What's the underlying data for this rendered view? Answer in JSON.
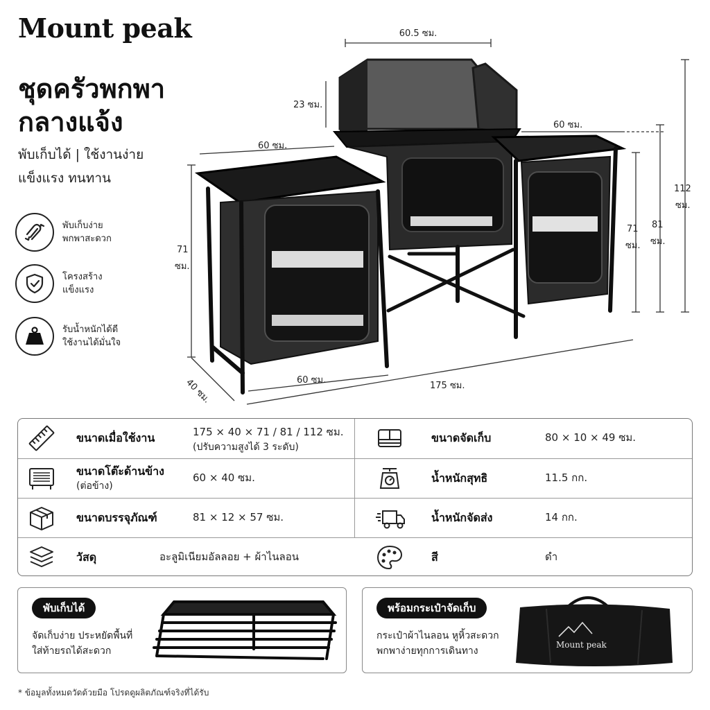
{
  "brand": "Mount peak",
  "headline": [
    "ชุดครัวพกพา",
    "กลางแจ้ง"
  ],
  "taglines": [
    "พับเก็บได้ | ใช้งานง่าย",
    "แข็งแรง ทนทาน"
  ],
  "features": [
    {
      "icon": "folding-arrows-icon",
      "lines": [
        "พับเก็บง่าย",
        "พกพาสะดวก"
      ]
    },
    {
      "icon": "shield-check-icon",
      "lines": [
        "โครงสร้าง",
        "แข็งแรง"
      ]
    },
    {
      "icon": "weight-icon",
      "lines": [
        "รับน้ำหนักได้ดี",
        "ใช้งานได้มั่นใจ"
      ]
    }
  ],
  "dimensions": {
    "windscreen_width": "60.5 ซม.",
    "windscreen_height": "23 ซม.",
    "left_table_width": "60 ซม.",
    "right_table_width": "60 ซม.",
    "total_height_value": "112",
    "total_height_unit": "ซม.",
    "table_height_value": "81",
    "table_height_unit": "ซม.",
    "right_leg_value": "71",
    "right_leg_unit": "ซม.",
    "left_leg_value": "71",
    "left_leg_unit": "ซม.",
    "depth": "40 ซม.",
    "bottom_width": "60 ซม.",
    "total_width": "175 ซม."
  },
  "specs": {
    "left": [
      {
        "icon": "ruler-icon",
        "label": "ขนาดเมื่อใช้งาน",
        "sub": "",
        "value": "175 × 40 × 71 / 81 / 112 ซม.",
        "value2": "(ปรับความสูงได้ 3 ระดับ)"
      },
      {
        "icon": "side-table-icon",
        "label": "ขนาดโต๊ะด้านข้าง",
        "sub": "(ต่อข้าง)",
        "value": "60 × 40 ซม.",
        "value2": ""
      },
      {
        "icon": "box-icon",
        "label": "ขนาดบรรจุภัณฑ์",
        "sub": "",
        "value": "81 × 12 × 57 ซม.",
        "value2": ""
      },
      {
        "icon": "layers-icon",
        "label": "วัสดุ",
        "sub": "",
        "value": "อะลูมิเนียมอัลลอย + ผ้าไนลอน",
        "value2": ""
      }
    ],
    "right": [
      {
        "icon": "folded-storage-icon",
        "label": "ขนาดจัดเก็บ",
        "value": "80 × 10 × 49 ซม."
      },
      {
        "icon": "scale-icon",
        "label": "น้ำหนักสุทธิ",
        "value": "11.5 กก."
      },
      {
        "icon": "delivery-truck-icon",
        "label": "น้ำหนักจัดส่ง",
        "value": "14 กก."
      },
      {
        "icon": "palette-icon",
        "label": "สี",
        "value": "ดำ"
      }
    ]
  },
  "panels": {
    "left": {
      "pill": "พับเก็บได้",
      "desc": [
        "จัดเก็บง่าย ประหยัดพื้นที่",
        "ใส่ท้ายรถได้สะดวก"
      ]
    },
    "right": {
      "pill": "พร้อมกระเป๋าจัดเก็บ",
      "desc": [
        "กระเป๋าผ้าไนลอน หูหิ้วสะดวก",
        "พกพาง่ายทุกการเดินทาง"
      ],
      "bag_logo": "Mount peak"
    }
  },
  "footnote": "* ข้อมูลทั้งหมดวัดด้วยมือ โปรดดูผลิตภัณฑ์จริงที่ได้รับ",
  "colors": {
    "frame": "#151515",
    "panel": "#2a2a2a",
    "accent": "#111111"
  }
}
